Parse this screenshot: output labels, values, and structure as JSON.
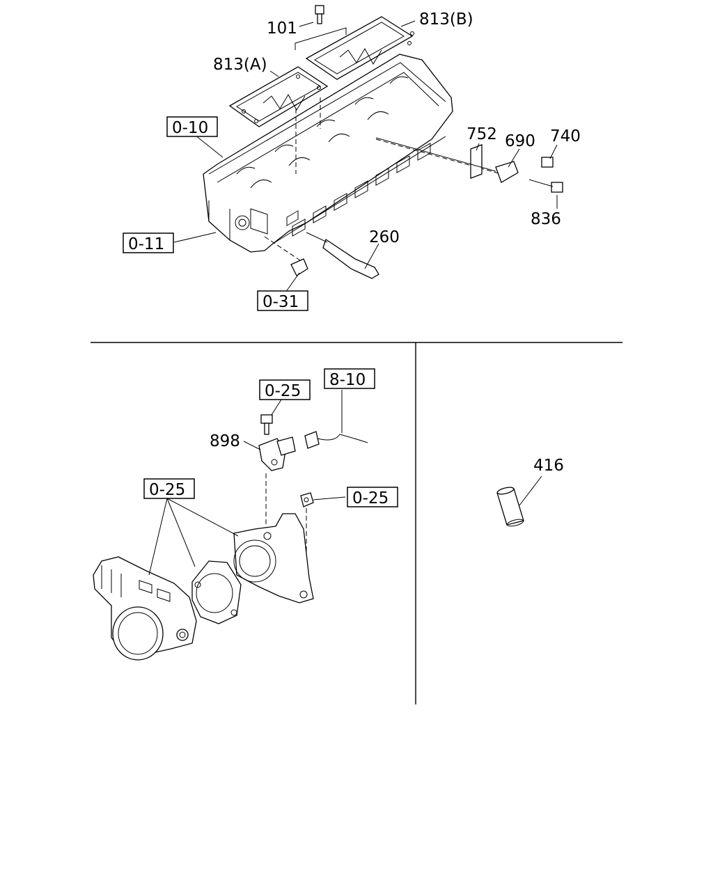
{
  "labels": {
    "p101": "101",
    "p813b": "813(B)",
    "p813a": "813(A)",
    "ref_010": "0-10",
    "p752": "752",
    "p690": "690",
    "p740": "740",
    "p836": "836",
    "ref_011": "0-11",
    "p260": "260",
    "ref_031": "0-31",
    "ref_025_top": "0-25",
    "ref_810": "8-10",
    "p898": "898",
    "ref_025_left": "0-25",
    "ref_025_right": "0-25",
    "p416": "416"
  }
}
